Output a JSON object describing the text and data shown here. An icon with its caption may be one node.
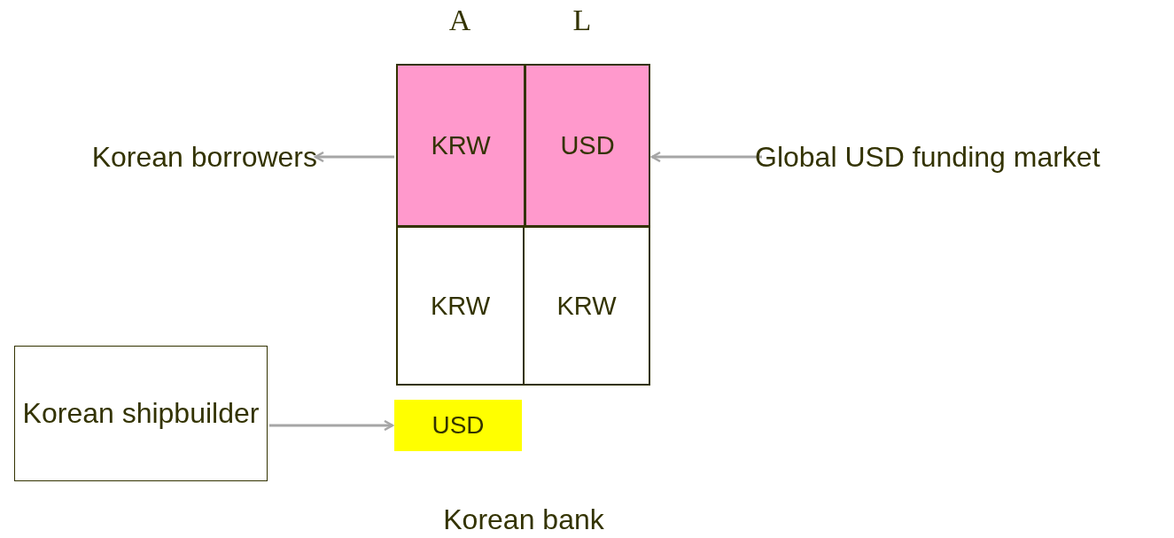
{
  "diagram": {
    "nodes": [
      {
        "text": [
          "Korean borrowers"
        ]
      },
      {
        "text": [
          "KRW"
        ]
      },
      {
        "text": [
          "USD"
        ]
      },
      {
        "text": [
          "Global USD funding market"
        ]
      },
      {
        "text": [
          "KRW"
        ]
      },
      {
        "text": [
          "KRW"
        ]
      },
      {
        "text": [
          "Korean shipbuilder"
        ]
      },
      {
        "text": [
          "USD"
        ]
      }
    ],
    "edges": [
      {
        "from": 1,
        "to": 0,
        "arrow": "to"
      },
      {
        "from": 3,
        "to": 2,
        "arrow": "to"
      },
      {
        "from": 6,
        "to": 7,
        "arrow": "to"
      }
    ],
    "labels": [
      "A",
      "L",
      "Korean bank"
    ]
  }
}
